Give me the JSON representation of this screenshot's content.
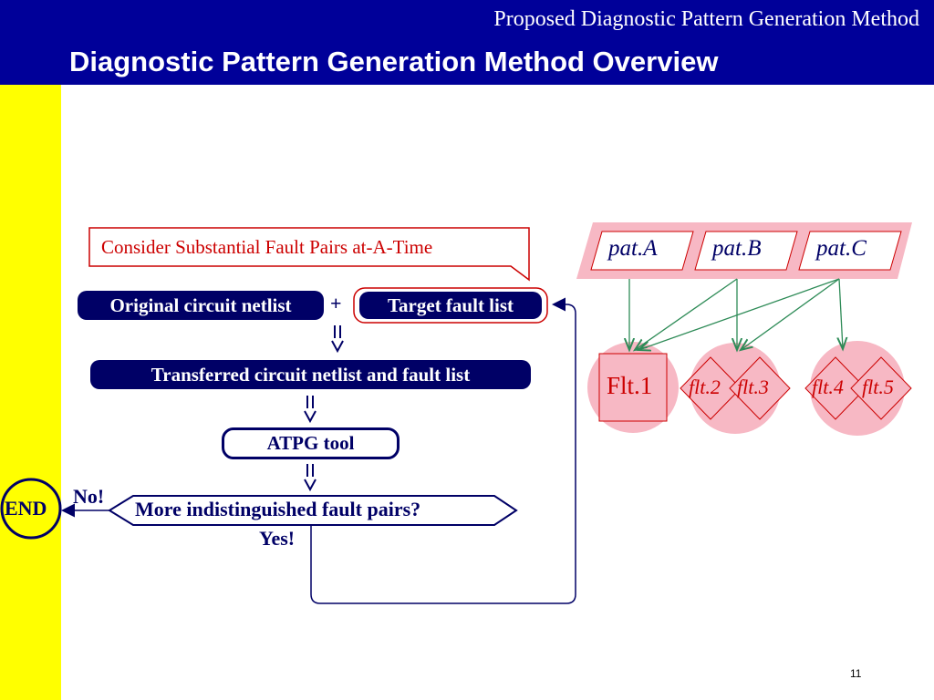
{
  "header": {
    "subtitle": "Proposed Diagnostic Pattern Generation Method",
    "title": "Diagnostic Pattern Generation Method Overview"
  },
  "callout": "Consider Substantial Fault Pairs at-A-Time",
  "flow": {
    "original_netlist": "Original circuit netlist",
    "plus": "+",
    "target_fault_list": "Target fault list",
    "transferred": "Transferred circuit netlist and fault list",
    "atpg": "ATPG tool",
    "decision": "More indistinguished fault pairs?",
    "no_label": "No!",
    "yes_label": "Yes!",
    "end": "END"
  },
  "patterns": [
    "pat.A",
    "pat.B",
    "pat.C"
  ],
  "faults": [
    "Flt.1",
    "flt.2",
    "flt.3",
    "flt.4",
    "flt.5"
  ],
  "page_number": "11",
  "colors": {
    "header_bg": "#000099",
    "sidebar": "#ffff00",
    "navy": "#000066",
    "red": "#cc0000",
    "pink": "#f7b8c4",
    "arrow_green": "#2e8b57"
  }
}
